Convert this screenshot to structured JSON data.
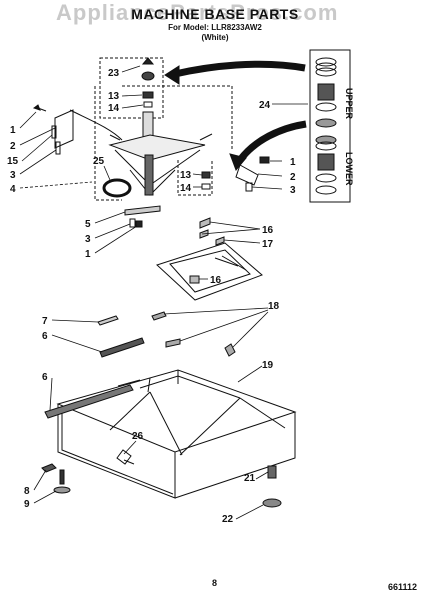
{
  "watermark": "AppliancePartsPros.com",
  "header": {
    "title": "MACHINE BASE PARTS",
    "model_line": "For Model: LLR8233AW2",
    "color_line": "(White)"
  },
  "panel": {
    "upper_label": "UPPER",
    "lower_label": "LOWER"
  },
  "callouts": {
    "c23": "23",
    "c13a": "13",
    "c14a": "14",
    "c1a": "1",
    "c2a": "2",
    "c15": "15",
    "c3a": "3",
    "c4": "4",
    "c24": "24",
    "c25": "25",
    "c1b": "1",
    "c2b": "2",
    "c3b": "3",
    "c13b": "13",
    "c14b": "14",
    "c5": "5",
    "c3c": "3",
    "c1c": "1",
    "c16a": "16",
    "c17": "17",
    "c16b": "16",
    "c7": "7",
    "c18": "18",
    "c6a": "6",
    "c19": "19",
    "c6b": "6",
    "c26": "26",
    "c8": "8",
    "c9": "9",
    "c21": "21",
    "c22": "22"
  },
  "footer": {
    "page": "8",
    "code": "661112"
  }
}
